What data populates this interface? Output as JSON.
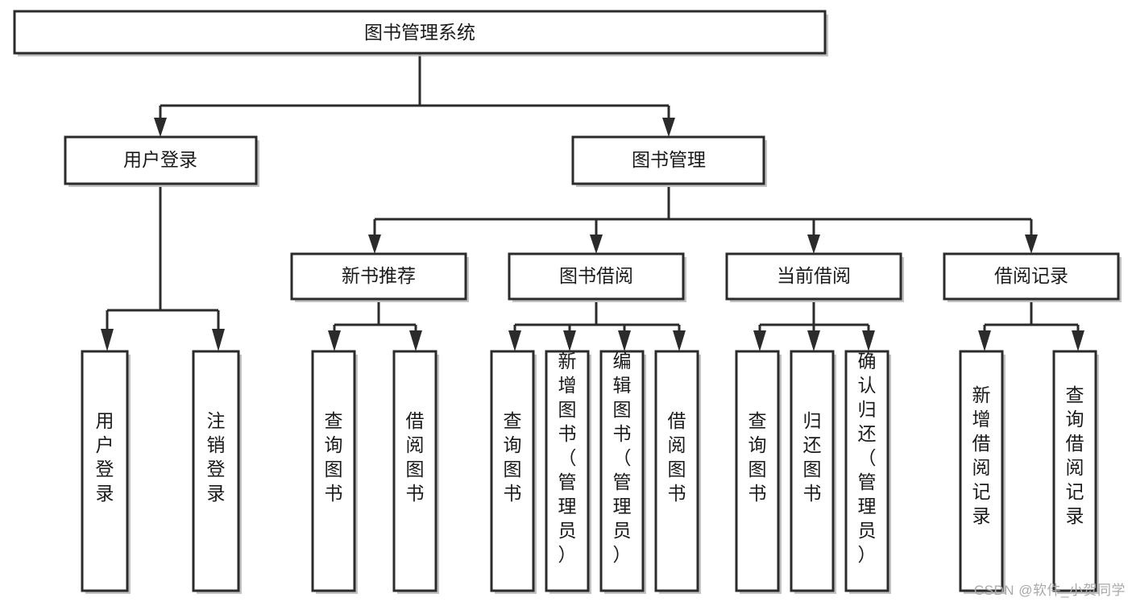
{
  "diagram": {
    "type": "tree-hierarchy",
    "title": "图书管理系统",
    "watermark": "CSDN @软件_小贺同学",
    "colors": {
      "box_stroke": "#2b2b2b",
      "box_fill": "#ffffff",
      "edge": "#2b2b2b",
      "shadow": "#b8b8b8",
      "text": "#1a1a1a",
      "watermark": "#a9a9a9"
    },
    "levels": {
      "root": {
        "label": "图书管理系统"
      },
      "level2": [
        {
          "label": "用户登录"
        },
        {
          "label": "图书管理"
        }
      ],
      "level3": [
        {
          "label": "新书推荐"
        },
        {
          "label": "图书借阅"
        },
        {
          "label": "当前借阅"
        },
        {
          "label": "借阅记录"
        }
      ],
      "leaves": {
        "user_login": [
          {
            "label": "用户登录"
          },
          {
            "label": "注销登录"
          }
        ],
        "new_book_recommend": [
          {
            "label": "查询图书"
          },
          {
            "label": "借阅图书"
          }
        ],
        "book_borrow": [
          {
            "label": "查询图书"
          },
          {
            "label": "新增图书（管理员）"
          },
          {
            "label": "编辑图书（管理员）"
          },
          {
            "label": "借阅图书"
          }
        ],
        "current_borrow": [
          {
            "label": "查询图书"
          },
          {
            "label": "归还图书"
          },
          {
            "label": "确认归还（管理员）"
          }
        ],
        "borrow_record": [
          {
            "label": "新增借阅记录"
          },
          {
            "label": "查询借阅记录"
          }
        ]
      }
    }
  }
}
